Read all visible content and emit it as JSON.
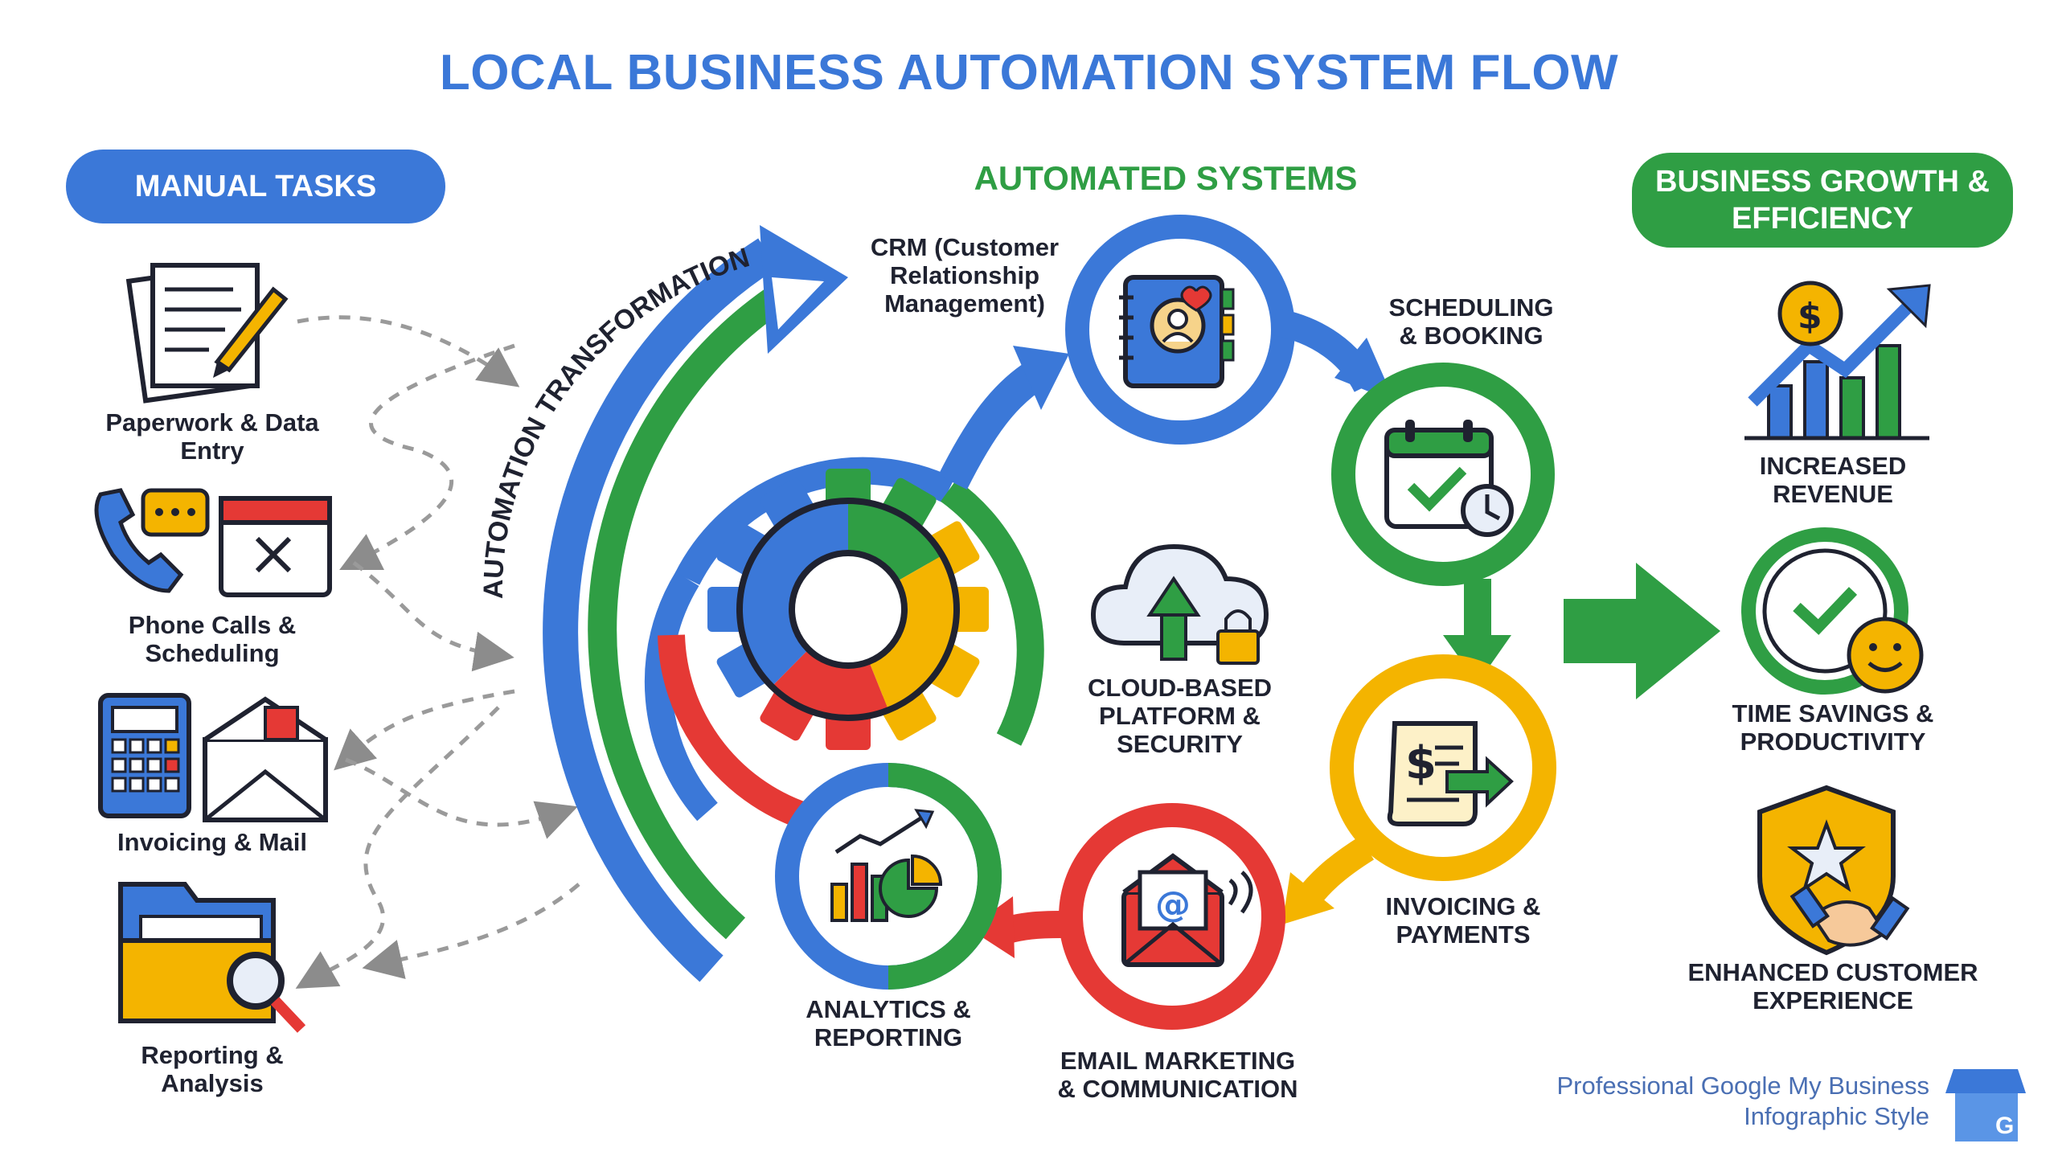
{
  "title": "LOCAL BUSINESS AUTOMATION SYSTEM FLOW",
  "manual": {
    "header": "MANUAL TASKS",
    "items": [
      {
        "label": "Paperwork & Data Entry",
        "icon": "paperwork-icon"
      },
      {
        "label": "Phone Calls & Scheduling",
        "icon": "phone-calendar-icon"
      },
      {
        "label": "Invoicing & Mail",
        "icon": "calculator-mail-icon"
      },
      {
        "label": "Reporting & Analysis",
        "icon": "folder-search-icon"
      }
    ]
  },
  "transformation_label": "AUTOMATION TRANSFORMATION",
  "automated": {
    "header": "AUTOMATED SYSTEMS",
    "nodes": [
      {
        "label": "CRM (Customer Relationship Management)",
        "icon": "crm-contact-book-icon",
        "color": "#3b78d8"
      },
      {
        "label": "SCHEDULING & BOOKING",
        "icon": "calendar-clock-icon",
        "color": "#2f9e44"
      },
      {
        "label": "INVOICING & PAYMENTS",
        "icon": "invoice-scroll-icon",
        "color": "#f4b400"
      },
      {
        "label": "EMAIL MARKETING & COMMUNICATION",
        "icon": "email-icon",
        "color": "#e53935"
      },
      {
        "label": "ANALYTICS & REPORTING",
        "icon": "analytics-chart-icon",
        "color": "#3b78d8"
      }
    ],
    "center": {
      "label": "CLOUD-BASED PLATFORM & SECURITY",
      "icon": "cloud-lock-icon"
    }
  },
  "growth": {
    "header": "BUSINESS GROWTH & EFFICIENCY",
    "items": [
      {
        "label": "INCREASED REVENUE",
        "icon": "revenue-chart-icon"
      },
      {
        "label": "TIME SAVINGS & PRODUCTIVITY",
        "icon": "clock-check-icon"
      },
      {
        "label": "ENHANCED CUSTOMER EXPERIENCE",
        "icon": "shield-handshake-icon"
      }
    ]
  },
  "credit": "Professional Google My Business Infographic Style",
  "colors": {
    "blue": "#3b78d8",
    "green": "#2f9e44",
    "yellow": "#f4b400",
    "red": "#e53935"
  }
}
